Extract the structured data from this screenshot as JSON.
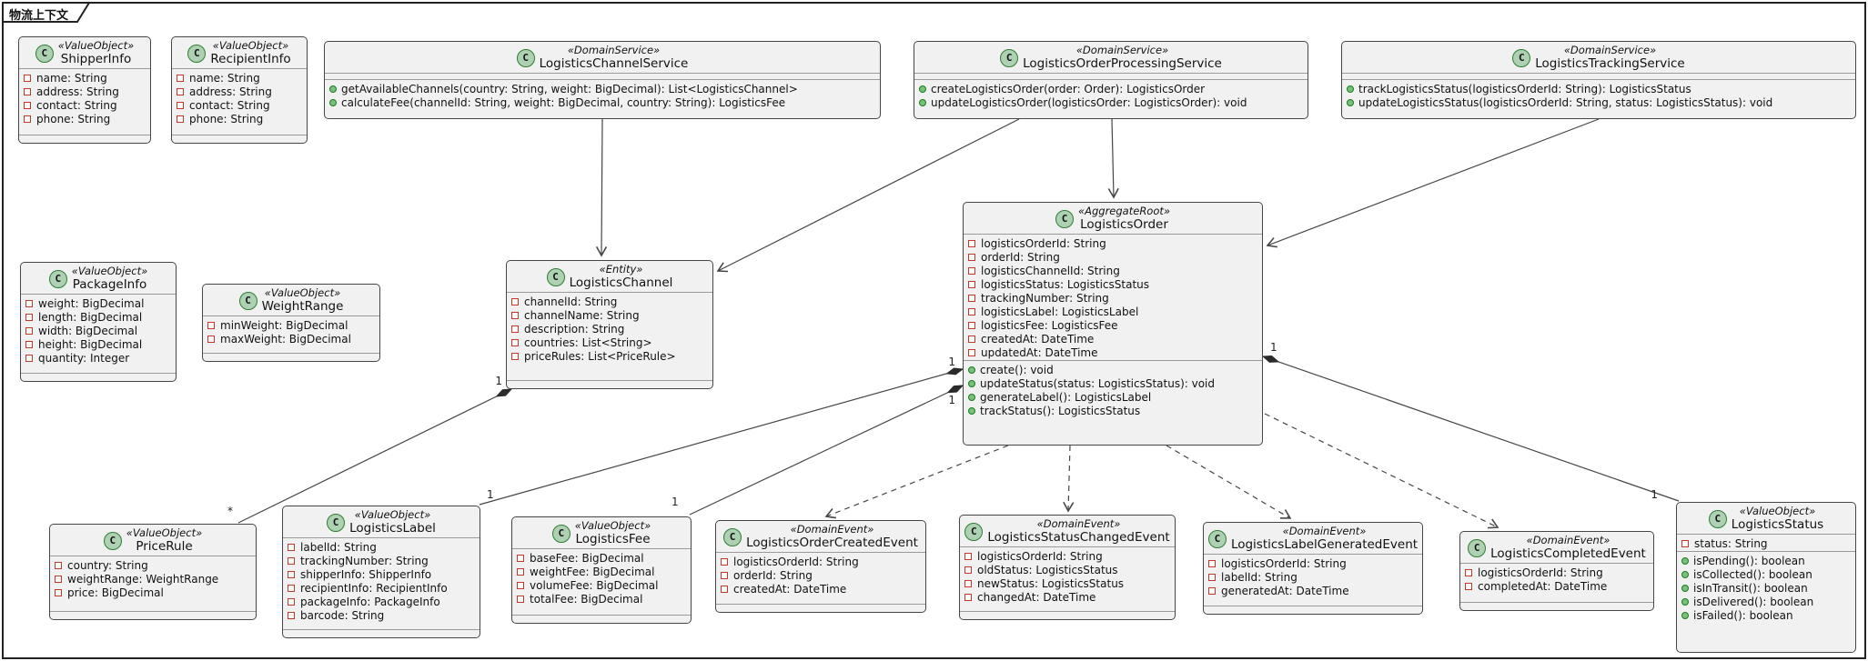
{
  "frame": {
    "title": "物流上下文"
  },
  "icons": {
    "class_letter": "C"
  },
  "classes": {
    "shipperInfo": {
      "stereotype": "«ValueObject»",
      "name": "ShipperInfo",
      "attributes": [
        "name: String",
        "address: String",
        "contact: String",
        "phone: String"
      ]
    },
    "recipientInfo": {
      "stereotype": "«ValueObject»",
      "name": "RecipientInfo",
      "attributes": [
        "name: String",
        "address: String",
        "contact: String",
        "phone: String"
      ]
    },
    "channelService": {
      "stereotype": "«DomainService»",
      "name": "LogisticsChannelService",
      "methods": [
        "getAvailableChannels(country: String, weight: BigDecimal): List<LogisticsChannel>",
        "calculateFee(channelId: String, weight: BigDecimal, country: String): LogisticsFee"
      ]
    },
    "orderService": {
      "stereotype": "«DomainService»",
      "name": "LogisticsOrderProcessingService",
      "methods": [
        "createLogisticsOrder(order: Order): LogisticsOrder",
        "updateLogisticsOrder(logisticsOrder: LogisticsOrder): void"
      ]
    },
    "trackingService": {
      "stereotype": "«DomainService»",
      "name": "LogisticsTrackingService",
      "methods": [
        "trackLogisticsStatus(logisticsOrderId: String): LogisticsStatus",
        "updateLogisticsStatus(logisticsOrderId: String, status: LogisticsStatus): void"
      ]
    },
    "packageInfo": {
      "stereotype": "«ValueObject»",
      "name": "PackageInfo",
      "attributes": [
        "weight: BigDecimal",
        "length: BigDecimal",
        "width: BigDecimal",
        "height: BigDecimal",
        "quantity: Integer"
      ]
    },
    "weightRange": {
      "stereotype": "«ValueObject»",
      "name": "WeightRange",
      "attributes": [
        "minWeight: BigDecimal",
        "maxWeight: BigDecimal"
      ]
    },
    "channel": {
      "stereotype": "«Entity»",
      "name": "LogisticsChannel",
      "attributes": [
        "channelId: String",
        "channelName: String",
        "description: String",
        "countries: List<String>",
        "priceRules: List<PriceRule>"
      ]
    },
    "order": {
      "stereotype": "«AggregateRoot»",
      "name": "LogisticsOrder",
      "attributes": [
        "logisticsOrderId: String",
        "orderId: String",
        "logisticsChannelId: String",
        "logisticsStatus: LogisticsStatus",
        "trackingNumber: String",
        "logisticsLabel: LogisticsLabel",
        "logisticsFee: LogisticsFee",
        "createdAt: DateTime",
        "updatedAt: DateTime"
      ],
      "methods": [
        "create(): void",
        "updateStatus(status: LogisticsStatus): void",
        "generateLabel(): LogisticsLabel",
        "trackStatus(): LogisticsStatus"
      ]
    },
    "priceRule": {
      "stereotype": "«ValueObject»",
      "name": "PriceRule",
      "attributes": [
        "country: String",
        "weightRange: WeightRange",
        "price: BigDecimal"
      ]
    },
    "label": {
      "stereotype": "«ValueObject»",
      "name": "LogisticsLabel",
      "attributes": [
        "labelId: String",
        "trackingNumber: String",
        "shipperInfo: ShipperInfo",
        "recipientInfo: RecipientInfo",
        "packageInfo: PackageInfo",
        "barcode: String"
      ]
    },
    "fee": {
      "stereotype": "«ValueObject»",
      "name": "LogisticsFee",
      "attributes": [
        "baseFee: BigDecimal",
        "weightFee: BigDecimal",
        "volumeFee: BigDecimal",
        "totalFee: BigDecimal"
      ]
    },
    "createdEvent": {
      "stereotype": "«DomainEvent»",
      "name": "LogisticsOrderCreatedEvent",
      "attributes": [
        "logisticsOrderId: String",
        "orderId: String",
        "createdAt: DateTime"
      ]
    },
    "statusChangedEvent": {
      "stereotype": "«DomainEvent»",
      "name": "LogisticsStatusChangedEvent",
      "attributes": [
        "logisticsOrderId: String",
        "oldStatus: LogisticsStatus",
        "newStatus: LogisticsStatus",
        "changedAt: DateTime"
      ]
    },
    "labelGeneratedEvent": {
      "stereotype": "«DomainEvent»",
      "name": "LogisticsLabelGeneratedEvent",
      "attributes": [
        "logisticsOrderId: String",
        "labelId: String",
        "generatedAt: DateTime"
      ]
    },
    "completedEvent": {
      "stereotype": "«DomainEvent»",
      "name": "LogisticsCompletedEvent",
      "attributes": [
        "logisticsOrderId: String",
        "completedAt: DateTime"
      ]
    },
    "status": {
      "stereotype": "«ValueObject»",
      "name": "LogisticsStatus",
      "attributes": [
        "status: String"
      ],
      "methods": [
        "isPending(): boolean",
        "isCollected(): boolean",
        "isInTransit(): boolean",
        "isDelivered(): boolean",
        "isFailed(): boolean"
      ]
    }
  },
  "relations": {
    "channel_to_pricerule": {
      "source": "1",
      "target": "*"
    },
    "order_to_label": {
      "source": "1",
      "target": "1"
    },
    "order_to_fee": {
      "source": "1",
      "target": "1"
    },
    "order_to_status": {
      "source": "1",
      "target": "1"
    }
  }
}
